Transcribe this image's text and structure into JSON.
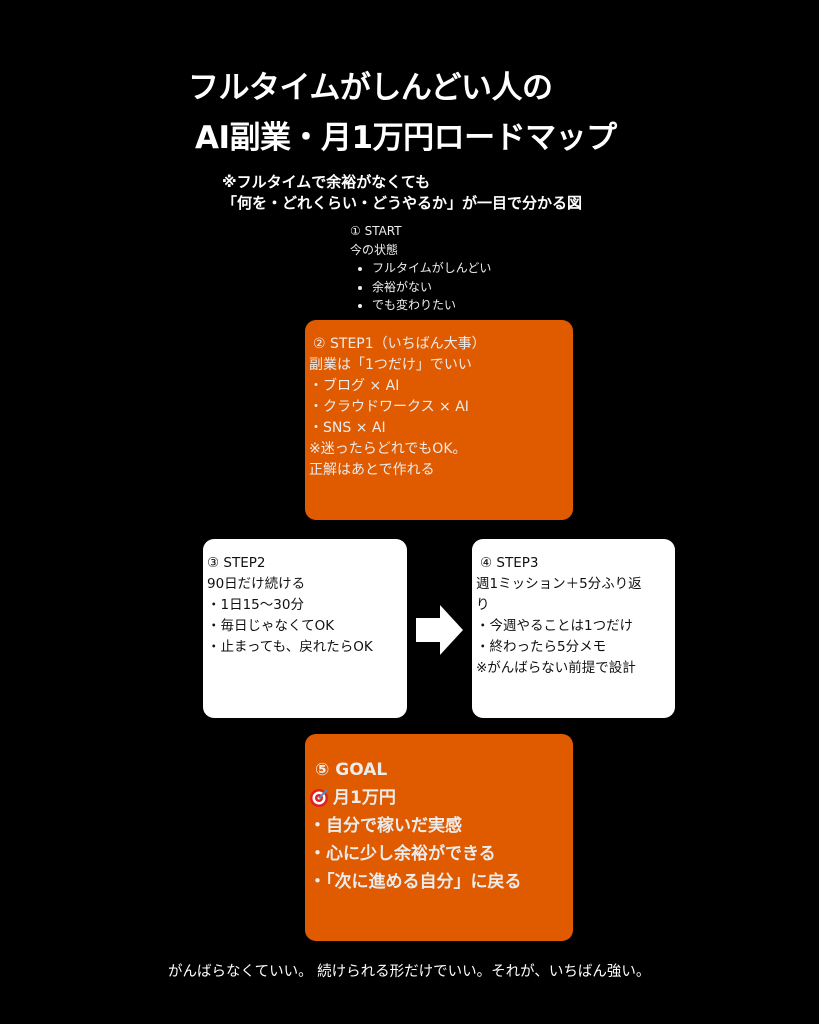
{
  "title": {
    "line1": "フルタイムがしんどい人の",
    "line2": "AI副業・月1万円ロードマップ"
  },
  "subtitle": {
    "line1": "※フルタイムで余裕がなくても",
    "line2": "「何を・どれくらい・どうやるか」が一目で分かる図"
  },
  "start": {
    "heading": "① START",
    "label": "今の状態",
    "items": [
      "フルタイムがしんどい",
      "余裕がない",
      "でも変わりたい"
    ]
  },
  "step1": {
    "heading": "② STEP1（いちばん大事）",
    "lines": [
      "副業は「1つだけ」でいい",
      "・ブログ × AI",
      "・クラウドワークス × AI",
      "・SNS × AI",
      "※迷ったらどれでもOK。",
      "正解はあとで作れる"
    ]
  },
  "step2": {
    "heading": "③ STEP2",
    "lines": [
      "90日だけ続ける",
      "・1日15〜30分",
      "・毎日じゃなくてOK",
      "・止まっても、戻れたらOK"
    ]
  },
  "step3": {
    "heading": "④ STEP3",
    "lines": [
      "週1ミッション＋5分ふり返",
      "り",
      "・今週やることは1つだけ",
      "・終わったら5分メモ",
      "※がんばらない前提で設計"
    ]
  },
  "goal": {
    "heading": "⑤ GOAL",
    "target": "月1万円",
    "lines": [
      "・自分で稼いだ実感",
      "・心に少し余裕ができる",
      "・「次に進める自分」に戻る"
    ]
  },
  "footer": "がんばらなくていい。 続けられる形だけでいい。それが、いちばん強い。",
  "colors": {
    "orange": "#e05a00",
    "white": "#ffffff",
    "background": "#000000"
  }
}
